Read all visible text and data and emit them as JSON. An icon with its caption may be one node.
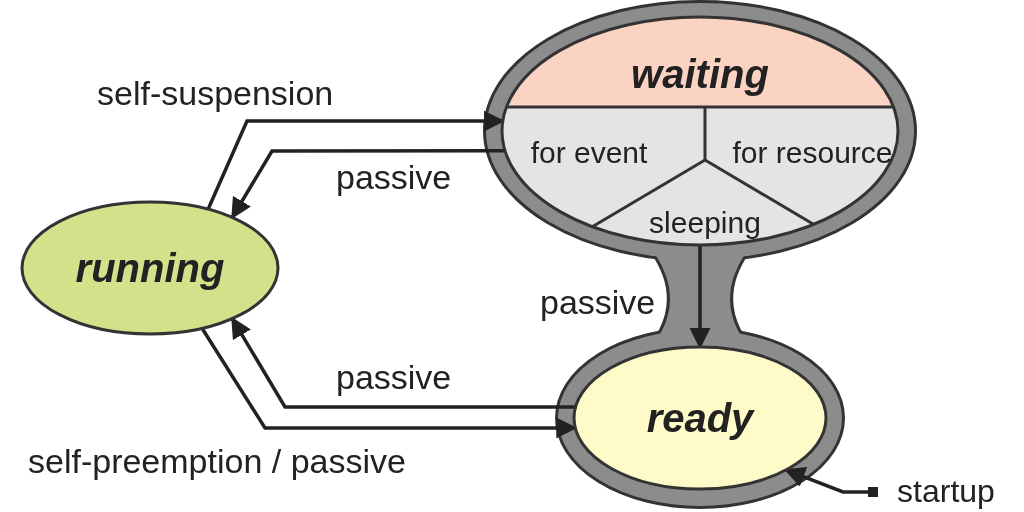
{
  "diagram": {
    "nodes": [
      {
        "text": [
          "running"
        ]
      },
      {
        "text": [
          "waiting"
        ]
      },
      {
        "text": [
          "for event"
        ],
        "in": 1
      },
      {
        "text": [
          "for resource"
        ],
        "in": 1
      },
      {
        "text": [
          "sleeping"
        ],
        "in": 1
      },
      {
        "text": [
          "ready"
        ]
      },
      {
        "text": [
          "startup"
        ]
      }
    ],
    "edges": [
      {
        "from": 0,
        "to": 1,
        "arrow": "to",
        "label": "self-suspension"
      },
      {
        "from": 1,
        "to": 0,
        "arrow": "to",
        "label": "passive"
      },
      {
        "from": 1,
        "to": 5,
        "arrow": "to",
        "label": "passive"
      },
      {
        "from": 5,
        "to": 0,
        "arrow": "to",
        "label": "passive"
      },
      {
        "from": 0,
        "to": 5,
        "arrow": "to",
        "label": "self-preemption / passive"
      },
      {
        "from": 6,
        "to": 5,
        "arrow": "to"
      }
    ]
  }
}
